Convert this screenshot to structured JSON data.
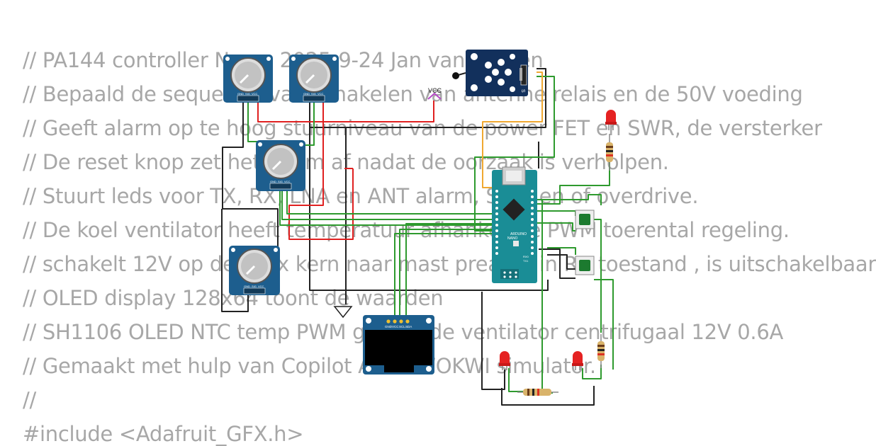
{
  "code_lines": [
    "// PA144 controller Nano  2025-9-24 Jan van Oosten",
    "// Bepaald de sequentie van schakelen van antenne relais en de 50V voeding",
    "// Geeft alarm op te hoog stuurniveau van de power FET en SWR, de versterker",
    "// De reset knop zet het alarm af nadat de oorzaak is verholpen.",
    "// Stuurt leds voor TX, RX, LNA en ANT alarm, SWR en of overdrive.",
    "// De koel ventilator heeft temperatuur afhankelijke PWM toerental regeling.",
    "// schakelt 12V op de coax kern naar mast preamp in RX toestand , is uitschakelbaar",
    "// OLED display 128x64 toont de waarden",
    "// SH1106 OLED NTC temp PWM gestuurde ventilator centrifugaal 12V 0.6A",
    "// Gemaakt met hulp van Copilot AI en WOKWI simulator.",
    "//",
    "#include <Adafruit_GFX.h>"
  ],
  "vcc_label": "VCC",
  "pot_pin_labels": [
    "GND",
    "SIG",
    "VCC"
  ],
  "oled_pin_labels": [
    "GND",
    "VCC",
    "SCL",
    "SDA"
  ],
  "nano_labels": [
    "ARDUINO",
    "NANO",
    "RX0",
    "TX1"
  ],
  "colors": {
    "code_text": "#a7a7a7",
    "module_blue": "#1d5e8e",
    "nano_board": "#1a8d96",
    "wire_red": "#e02020",
    "wire_black": "#222222",
    "wire_green": "#2e9a2e",
    "wire_orange": "#f0a830",
    "wire_purple": "#b548c6",
    "led_red": "#e52222",
    "button_green": "#1c7a2f"
  }
}
